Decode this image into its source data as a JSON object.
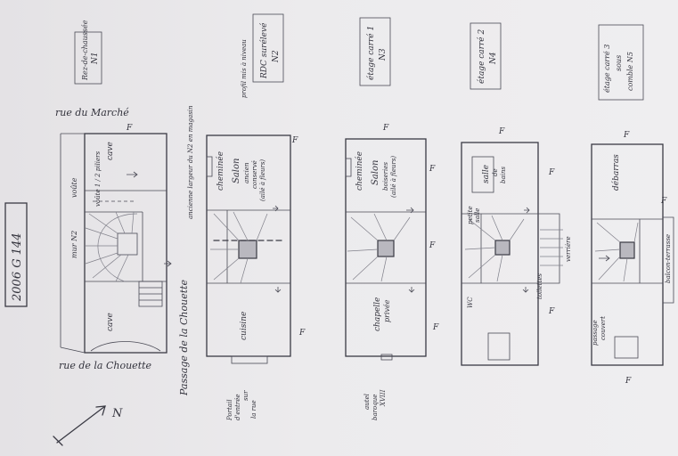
{
  "reference": "2006 G 144",
  "street_labels": {
    "rue_du_marche": "rue du Marché",
    "rue_de_la_chouette": "rue de la Chouette",
    "passage": "Passage de la Chouette"
  },
  "compass": {
    "label": "N"
  },
  "ground_floor": {
    "rez_label": "Rez-de-chaussée",
    "n1": "N1",
    "cave_top": "cave",
    "cave_bottom": "cave",
    "puit_note": "voûte 1 / 2 piliers",
    "mur": "mur N2",
    "voute": "voûte",
    "f_top": "F"
  },
  "level_2": {
    "title_line1": "RDC surélevé",
    "title_line2": "N2",
    "side_note": "profil mis à niveau",
    "magasin_note": "ancienne largeur du N2 en magasin",
    "cheminee": "cheminée",
    "salon": "Salon",
    "salon_sub1": "ancien",
    "salon_sub2": "conservé",
    "salon_sub3": "(ailé à fleurs)",
    "cuisine": "cuisine",
    "bottom_note1": "Portail",
    "bottom_note2": "d'entrée",
    "bottom_note3": "sur",
    "bottom_note4": "la rue",
    "f1": "F",
    "f2": "F"
  },
  "level_3": {
    "title_line1": "étage carré 1",
    "title_line2": "N3",
    "cheminee": "cheminée",
    "salon": "Salon",
    "salon_sub1": "boiseries",
    "salon_sub2": "(ailé à fleurs)",
    "chapelle": "chapelle",
    "chapelle_sub": "privée",
    "bottom_note1": "autel",
    "bottom_note2": "baroque",
    "bottom_note3": "XVIII",
    "f1": "F",
    "f2": "F",
    "f3": "F",
    "f4": "F"
  },
  "level_4": {
    "title_line1": "étage carré 2",
    "title_line2": "N4",
    "salle": "salle",
    "salle_sub1": "de",
    "salle_sub2": "bains",
    "petite": "petite",
    "petite_sub": "salle",
    "wc": "WC",
    "toilettes": "toilettes",
    "verriere": "verrière",
    "f1": "F",
    "f2": "F",
    "f3": "F"
  },
  "level_5": {
    "title_line1": "étage carré 3",
    "title_line2": "sous",
    "title_line3": "comble N5",
    "debarras": "débarras",
    "balcon": "balcon-terrasse",
    "passage_note1": "passage",
    "passage_note2": "couvert",
    "f1": "F",
    "f2": "F",
    "f3": "F"
  }
}
